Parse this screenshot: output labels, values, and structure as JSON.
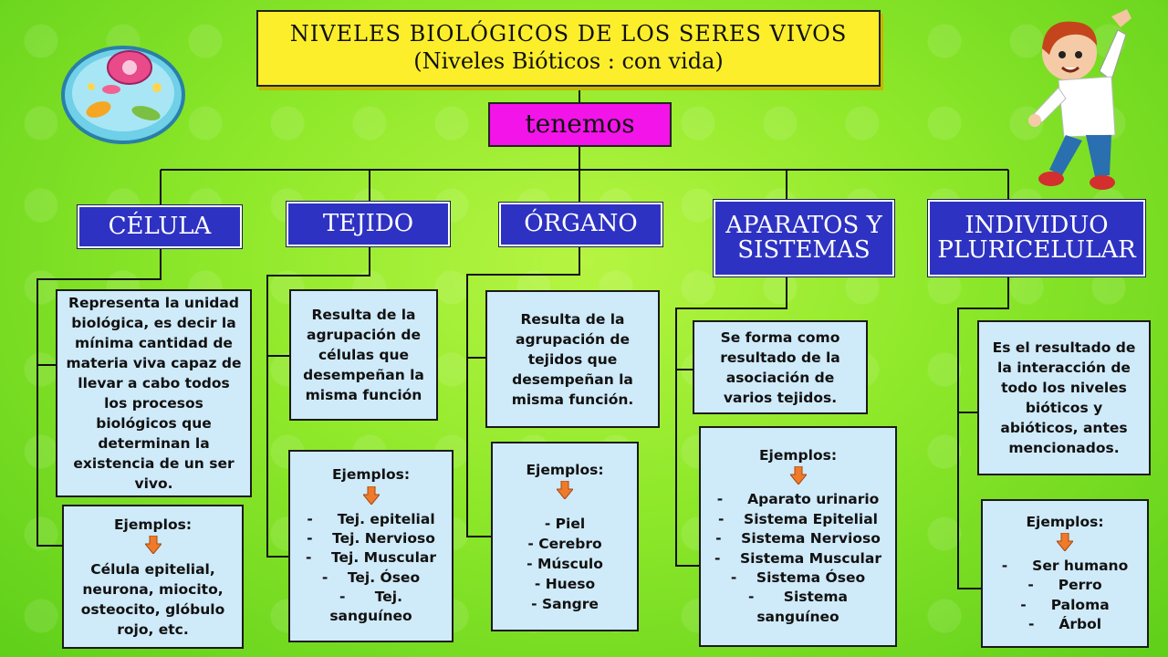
{
  "title": {
    "line1": "NIVELES  BIOLÓGICOS DE LOS SERES VIVOS",
    "line2": "(Niveles Bióticos : con vida)"
  },
  "hub": "tenemos",
  "colors": {
    "title_bg": "#fcee2a",
    "hub_bg": "#f214e8",
    "category_bg": "#2e32c2",
    "box_bg": "#cfeaf9",
    "arrow": "#f07a2a",
    "background": "#8ee82a"
  },
  "icons": [
    "animal-cell-icon",
    "jumping-boy-icon",
    "down-arrow-icon"
  ],
  "levels": [
    {
      "name": "CÉLULA",
      "description": "Representa la unidad biológica, es decir la mínima cantidad de materia viva capaz de llevar a cabo todos los procesos biológicos que determinan la existencia de un ser vivo.",
      "examples_label": "Ejemplos:",
      "examples": [
        "Célula epitelial, neurona, miocito, osteocito, glóbulo rojo, etc."
      ]
    },
    {
      "name": "TEJIDO",
      "description": "Resulta de la agrupación de células que desempeñan la misma función",
      "examples_label": "Ejemplos:",
      "examples": [
        "-     Tej. epitelial",
        "-    Tej. Nervioso",
        "-    Tej. Muscular",
        "-    Tej. Óseo",
        "-      Tej.",
        "sanguíneo"
      ]
    },
    {
      "name": "ÓRGANO",
      "description": "Resulta de la agrupación de tejidos que desempeñan la misma función.",
      "examples_label": "Ejemplos:",
      "examples": [
        "- Piel",
        "- Cerebro",
        "- Músculo",
        "- Hueso",
        "- Sangre"
      ]
    },
    {
      "name": "APARATOS Y SISTEMAS",
      "description": "Se forma como resultado de la asociación de varios tejidos.",
      "examples_label": "Ejemplos:",
      "examples": [
        "-     Aparato urinario",
        "-    Sistema Epitelial",
        "-    Sistema Nervioso",
        "-    Sistema Muscular",
        "-    Sistema Óseo",
        "-      Sistema",
        "sanguíneo"
      ]
    },
    {
      "name": "INDIVIDUO PLURICELULAR",
      "description": "Es el resultado de la interacción de todo los niveles bióticos y abióticos, antes mencionados.",
      "examples_label": "Ejemplos:",
      "examples": [
        "-     Ser humano",
        "-     Perro",
        "-     Paloma",
        "-     Árbol"
      ]
    }
  ]
}
